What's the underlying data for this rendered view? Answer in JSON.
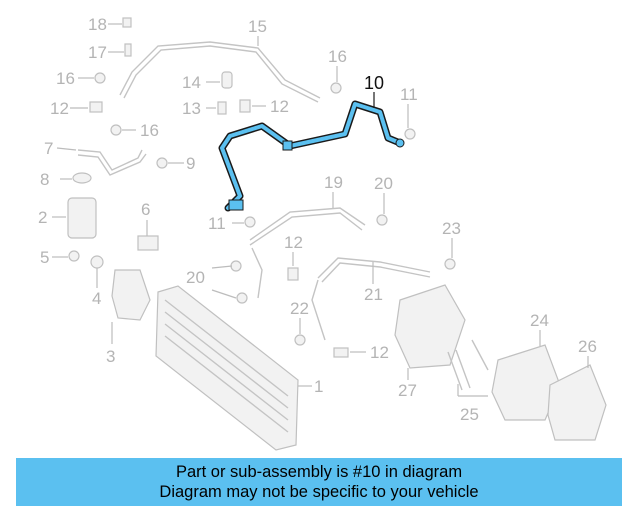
{
  "diagram": {
    "callouts": [
      "18",
      "15",
      "17",
      "16",
      "16",
      "12",
      "14",
      "13",
      "12",
      "10",
      "11",
      "16",
      "7",
      "9",
      "8",
      "19",
      "20",
      "2",
      "6",
      "11",
      "23",
      "5",
      "12",
      "20",
      "21",
      "4",
      "22",
      "3",
      "12",
      "24",
      "26",
      "27",
      "25",
      "1"
    ],
    "highlighted_part": "10",
    "colors": {
      "highlight": "#5bc0f0",
      "highlight_stroke": "#1a1a1a",
      "parts": "#c4c4c4"
    }
  },
  "banner": {
    "line1": "Part or sub-assembly is #10 in diagram",
    "line2": "Diagram may not be specific to your vehicle"
  }
}
